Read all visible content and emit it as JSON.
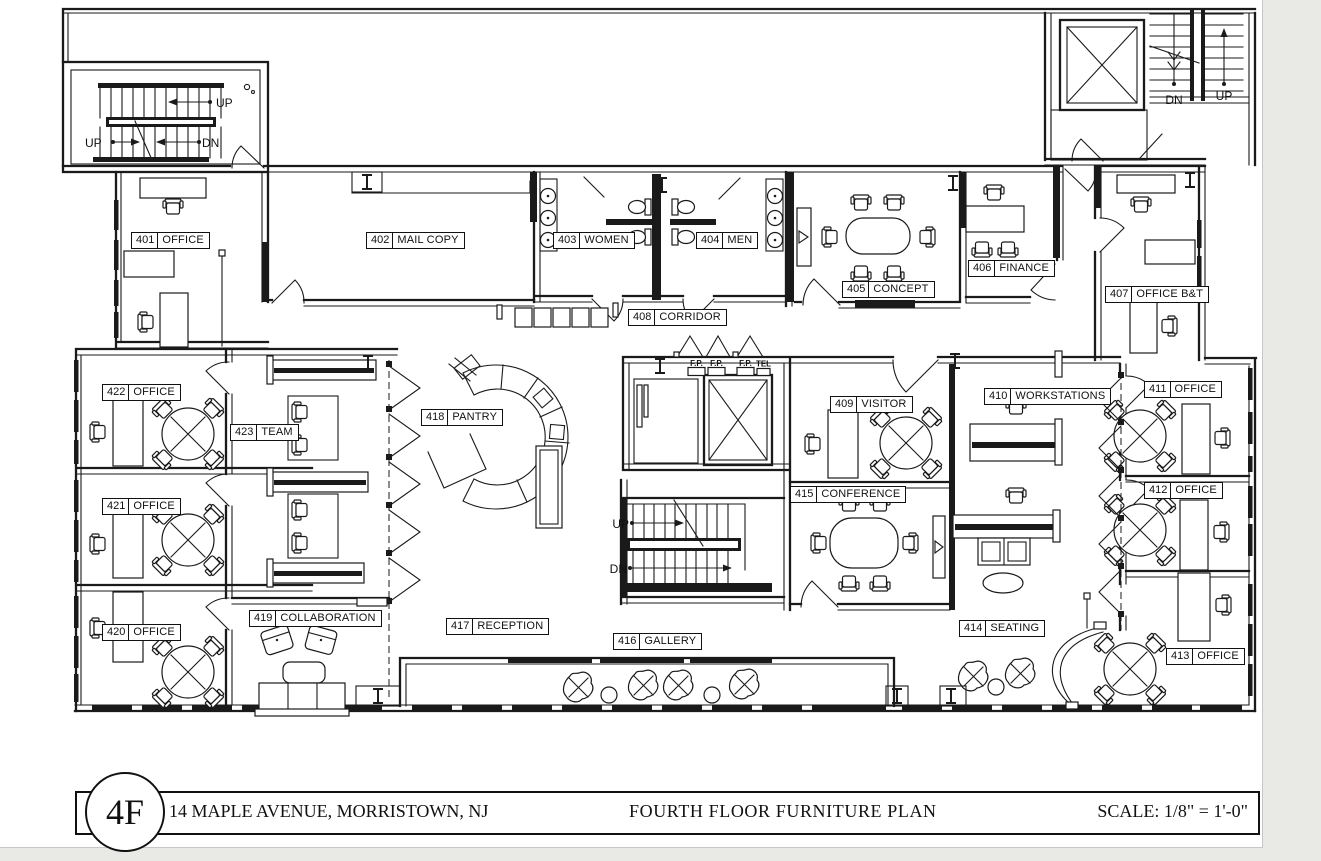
{
  "title_block": {
    "floor_code": "4F",
    "address": "14 MAPLE AVENUE, MORRISTOWN, NJ",
    "drawing_title": "FOURTH FLOOR FURNITURE  PLAN",
    "scale": "SCALE: 1/8\" = 1'-0\""
  },
  "labels": {
    "up": "UP",
    "dn": "DN",
    "fp": "F.P.",
    "tel": "TEL"
  },
  "rooms": [
    {
      "number": "401",
      "name": "OFFICE"
    },
    {
      "number": "402",
      "name": "MAIL COPY"
    },
    {
      "number": "403",
      "name": "WOMEN"
    },
    {
      "number": "404",
      "name": "MEN"
    },
    {
      "number": "405",
      "name": "CONCEPT"
    },
    {
      "number": "406",
      "name": "FINANCE"
    },
    {
      "number": "407",
      "name": "OFFICE B&T"
    },
    {
      "number": "408",
      "name": "CORRIDOR"
    },
    {
      "number": "409",
      "name": "VISITOR"
    },
    {
      "number": "410",
      "name": "WORKSTATIONS"
    },
    {
      "number": "411",
      "name": "OFFICE"
    },
    {
      "number": "412",
      "name": "OFFICE"
    },
    {
      "number": "413",
      "name": "OFFICE"
    },
    {
      "number": "414",
      "name": "SEATING"
    },
    {
      "number": "415",
      "name": "CONFERENCE"
    },
    {
      "number": "416",
      "name": "GALLERY"
    },
    {
      "number": "417",
      "name": "RECEPTION"
    },
    {
      "number": "418",
      "name": "PANTRY"
    },
    {
      "number": "419",
      "name": "COLLABORATION"
    },
    {
      "number": "420",
      "name": "OFFICE"
    },
    {
      "number": "421",
      "name": "OFFICE"
    },
    {
      "number": "422",
      "name": "OFFICE"
    },
    {
      "number": "423",
      "name": "TEAM"
    }
  ]
}
